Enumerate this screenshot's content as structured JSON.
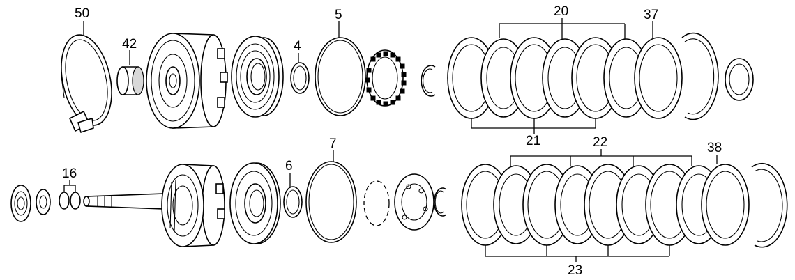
{
  "diagram": {
    "callouts": {
      "c50": "50",
      "c42": "42",
      "c4": "4",
      "c5": "5",
      "c20": "20",
      "c37": "37",
      "c21": "21",
      "c16": "16",
      "c6": "6",
      "c7": "7",
      "c22": "22",
      "c38": "38",
      "c23": "23"
    }
  }
}
